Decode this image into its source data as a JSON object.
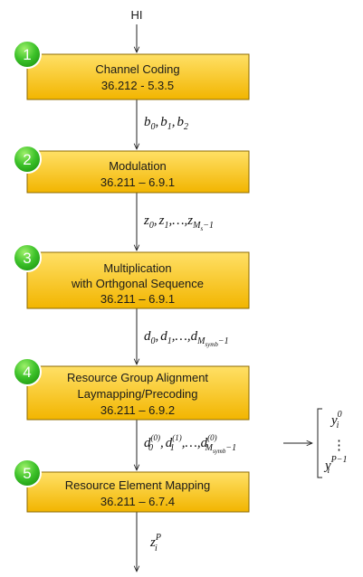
{
  "input_label": "HI",
  "steps": [
    {
      "num": "1",
      "lines": [
        "Channel Coding",
        "36.212 - 5.3.5"
      ]
    },
    {
      "num": "2",
      "lines": [
        "Modulation",
        "36.211 – 6.9.1"
      ]
    },
    {
      "num": "3",
      "lines": [
        "Multiplication",
        "with Orthgonal Sequence",
        "36.211 – 6.9.1"
      ]
    },
    {
      "num": "4",
      "lines": [
        "Resource Group Alignment",
        "Laymapping/Precoding",
        "36.211 – 6.9.2"
      ]
    },
    {
      "num": "5",
      "lines": [
        "Resource Element Mapping",
        "36.211 – 6.7.4"
      ]
    }
  ],
  "signals": {
    "s1": {
      "b": "b",
      "s0": "0",
      "s1": "1",
      "s2": "2"
    },
    "s2": {
      "z": "z",
      "s0": "0",
      "s1": "1",
      "M": "M",
      "Msub": "s",
      "minus": "−1",
      "dots": "…"
    },
    "s3": {
      "d": "d",
      "s0": "0",
      "s1": "1",
      "M": "M",
      "Msub": "symb",
      "minus": "−1",
      "dots": "…"
    },
    "s4": {
      "d": "d",
      "s0": "0",
      "s1": "1",
      "sup": "(0)",
      "sup1": "(1)",
      "M": "M",
      "Msub": "symb",
      "minus": "−1",
      "dots": "…"
    },
    "s5": {
      "z": "z",
      "sub": "i",
      "sup": "P"
    }
  },
  "output_vector": {
    "y": "y",
    "sub": "i",
    "sup_top": "0",
    "sup_bottom": "P−1",
    "vdots": "⋮"
  },
  "colors": {
    "box_top": "#ffe066",
    "box_bottom": "#f2b500",
    "badge_light": "#9ef06a",
    "badge_dark": "#1f9a12"
  }
}
